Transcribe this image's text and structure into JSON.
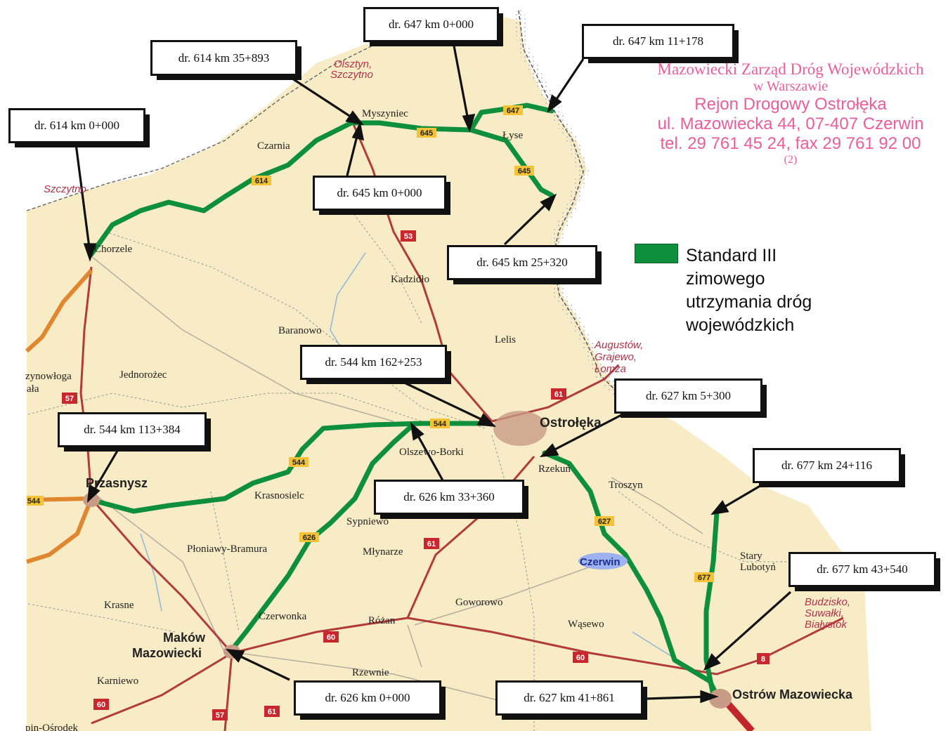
{
  "stamp": {
    "line1": "Mazowiecki Zarząd Dróg Wojewódzkich",
    "line2": "w Warszawie",
    "line3": "Rejon Drogowy Ostrołęka",
    "line4": "ul. Mazowiecka 44, 07-407 Czerwin",
    "line5": "tel. 29 761 45 24, fax 29 761 92 00",
    "line6": "(2)"
  },
  "legend": {
    "label": "Standard III zimowego utrzymania dróg wojewódzkich",
    "lines": [
      "Standard III",
      "zimowego",
      "utrzymania dróg",
      "wojewódzkich"
    ],
    "color": "#0d8f3c"
  },
  "callouts": [
    {
      "id": "614-start",
      "text": "dr. 614 km  0+000"
    },
    {
      "id": "614-end",
      "text": "dr. 614 km  35+893"
    },
    {
      "id": "647-start",
      "text": "dr. 647 km  0+000"
    },
    {
      "id": "647-end",
      "text": "dr. 647 km  11+178"
    },
    {
      "id": "645-start",
      "text": "dr. 645 km  0+000"
    },
    {
      "id": "645-end",
      "text": "dr. 645 km  25+320"
    },
    {
      "id": "544-a",
      "text": "dr. 544 km  162+253"
    },
    {
      "id": "544-b",
      "text": "dr. 544 km  113+384"
    },
    {
      "id": "627-start",
      "text": "dr. 627 km 5+300"
    },
    {
      "id": "677-a",
      "text": "dr. 677 km  24+116"
    },
    {
      "id": "626-a",
      "text": "dr. 626 km  33+360"
    },
    {
      "id": "677-b",
      "text": "dr. 677 km  43+540"
    },
    {
      "id": "626-start",
      "text": "dr. 626 km  0+000"
    },
    {
      "id": "627-end",
      "text": "dr. 627 km 41+861"
    }
  ],
  "places": {
    "olsztyn": "Olsztyn,",
    "szczytno_top": "Szczytno",
    "myszyniec": "Myszyniec",
    "czarnia": "Czarnia",
    "lyse": "Łyse",
    "szczytno_left": "Szczytno",
    "chorzele": "Chorzele",
    "kadzidlo": "Kadzidło",
    "baranowo": "Baranowo",
    "lelis": "Lelis",
    "jednorozec": "Jednorożec",
    "zynowloga": "zynowłoga",
    "ala": "ała",
    "augustow": "Augustów,",
    "grajewo": "Grajewo,",
    "lomza": "Łomża",
    "ostroleka": "Ostrołęka",
    "olszewo": "Olszewo-Borki",
    "rzekun": "Rzekuń",
    "troszyn": "Troszyn",
    "przasnysz": "Przasnysz",
    "krasnosielc": "Krasnosielc",
    "sypniewo": "Sypniewo",
    "ploniawy": "Płoniawy-Bramura",
    "mlynarze": "Młynarze",
    "czerwin": "Czerwin",
    "stary": "Stary",
    "lubotyn": "Lubotyń",
    "krasne": "Krasne",
    "goworowo": "Goworowo",
    "budzisko": "Budzisko,",
    "suwalki": "Suwałki,",
    "bialystok": "Białystok",
    "czerwonka": "Czerwonka",
    "rozan": "Różan",
    "wasewo": "Wąsewo",
    "makow1": "Maków",
    "makow2": "Mazowiecki",
    "rzewnie": "Rzewnie",
    "karniewo": "Karniewo",
    "ostrow": "Ostrów Mazowiecka",
    "osrodek": "pin-Ośrodek"
  },
  "road_shields": {
    "r647": "647",
    "r645a": "645",
    "r645b": "645",
    "r614": "614",
    "r53": "53",
    "r61a": "61",
    "r544a": "544",
    "r544b": "544",
    "r544c": "544",
    "r57a": "57",
    "r627": "627",
    "r626": "626",
    "r61b": "61",
    "r677": "677",
    "r60a": "60",
    "r60b": "60",
    "r8": "8",
    "r60c": "60",
    "r57b": "57",
    "r61c": "61"
  },
  "colors": {
    "land": "#f7ecc6",
    "green_route": "#0d8f3c",
    "orange_route": "#e0862e",
    "red_road": "#b23a3a",
    "border": "#7c8fb5",
    "stamp": "#e8418a"
  }
}
